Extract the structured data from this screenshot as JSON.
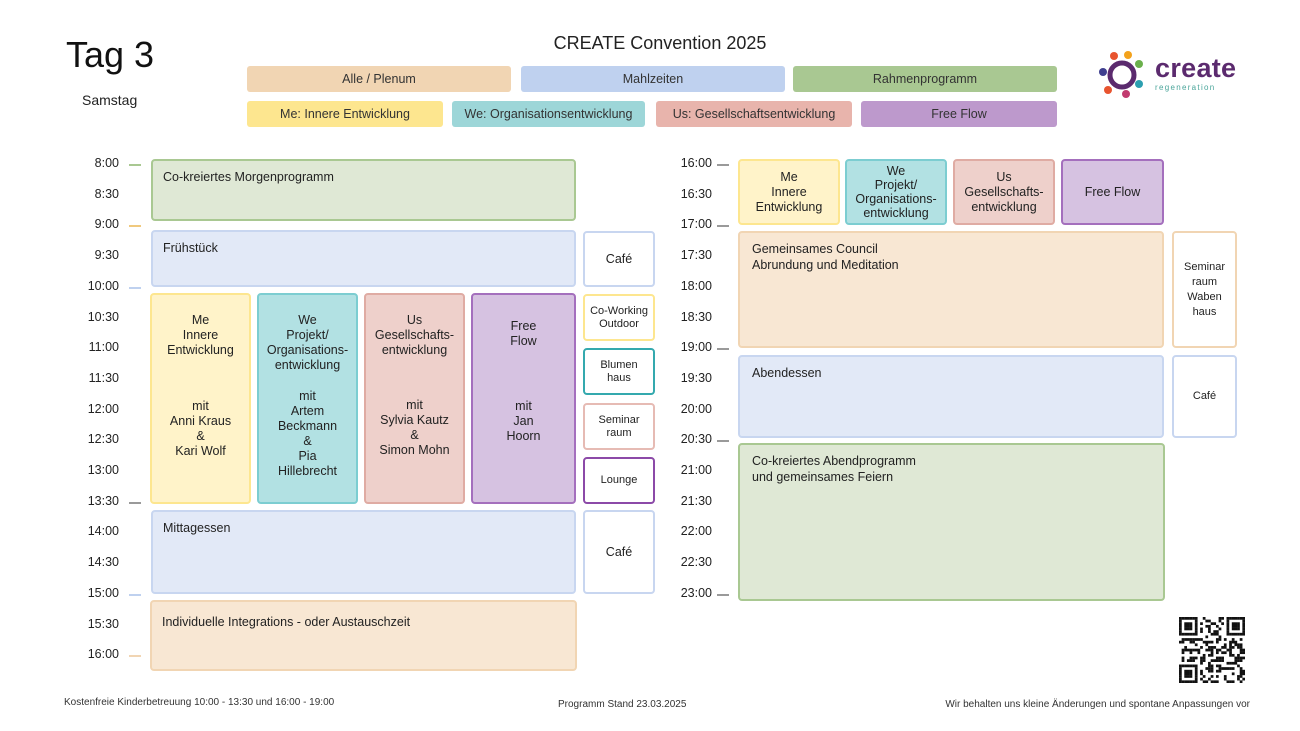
{
  "header": {
    "day_title": "Tag 3",
    "day_subtitle": "Samstag",
    "convention_title": "CREATE Convention 2025"
  },
  "legend": [
    {
      "label": "Alle / Plenum",
      "color": "#f1d5b3"
    },
    {
      "label": "Mahlzeiten",
      "color": "#bfd1ef"
    },
    {
      "label": "Rahmenprogramm",
      "color": "#a9c892"
    },
    {
      "label": "Me: Innere Entwicklung",
      "color": "#fde68f"
    },
    {
      "label": "We: Organisationsentwicklung",
      "color": "#9dd6d8"
    },
    {
      "label": "Us: Gesellschaftsentwicklung",
      "color": "#e8b4ac"
    },
    {
      "label": "Free Flow",
      "color": "#bd99cc"
    }
  ],
  "logo": {
    "word": "create",
    "sub": "regeneration"
  },
  "left_times": [
    "8:00",
    "8:30",
    "9:00",
    "9:30",
    "10:00",
    "10:30",
    "11:00",
    "11:30",
    "12:00",
    "12:30",
    "13:00",
    "13:30",
    "14:00",
    "14:30",
    "15:00",
    "15:30",
    "16:00"
  ],
  "right_times": [
    "16:00",
    "16:30",
    "17:00",
    "17:30",
    "18:00",
    "18:30",
    "19:00",
    "19:30",
    "20:00",
    "20:30",
    "21:00",
    "21:30",
    "22:00",
    "22:30",
    "23:00"
  ],
  "left_blocks": {
    "morning": "Co-kreiertes Morgenprogramm",
    "breakfast": "Frühstück",
    "lunch": "Mittagessen",
    "integration": "Individuelle Integrations - oder Austauschzeit",
    "me": {
      "title": [
        "Me",
        "Innere",
        "Entwicklung"
      ],
      "host": [
        "mit",
        "Anni Kraus",
        "&",
        "Kari Wolf"
      ]
    },
    "we": {
      "title": [
        "We",
        "Projekt/",
        "Organisations-",
        "entwicklung"
      ],
      "host": [
        "mit",
        "Artem",
        "Beckmann",
        "&",
        "Pia",
        "Hillebrecht"
      ]
    },
    "us": {
      "title": [
        "Us",
        "Gesellschafts-",
        "entwicklung"
      ],
      "host": [
        "mit",
        "Sylvia Kautz",
        "&",
        "Simon Mohn"
      ]
    },
    "ff": {
      "title": [
        "Free",
        "Flow"
      ],
      "host": [
        "mit",
        "Jan",
        "Hoorn"
      ]
    }
  },
  "left_rooms": {
    "cafe_breakfast": "Café",
    "coworking": [
      "Co-Working",
      "Outdoor"
    ],
    "blumenhaus": [
      "Blumen",
      "haus"
    ],
    "seminarraum": [
      "Seminar",
      "raum"
    ],
    "lounge": "Lounge",
    "cafe_lunch": "Café"
  },
  "right_blocks": {
    "me": [
      "Me",
      "Innere",
      "Entwicklung"
    ],
    "we": [
      "We",
      "Projekt/",
      "Organisations-",
      "entwicklung"
    ],
    "us": [
      "Us",
      "Gesellschafts-",
      "entwicklung"
    ],
    "ff": "Free Flow",
    "council": [
      "Gemeinsames Council",
      "Abrundung und Meditation"
    ],
    "dinner": "Abendessen",
    "evening": [
      "Co-kreiertes Abendprogramm",
      "und gemeinsames Feiern"
    ]
  },
  "right_rooms": {
    "seminar_waben": [
      "Seminar",
      "raum",
      "Waben",
      "haus"
    ],
    "cafe_dinner": "Café"
  },
  "footer": {
    "left": "Kostenfreie Kinderbetreuung 10:00 - 13:30 und 16:00 - 19:00",
    "center": "Programm Stand 23.03.2025",
    "right": "Wir behalten uns kleine Änderungen und spontane Anpassungen vor"
  },
  "colors": {
    "plenum_fill": "#f8e7d3",
    "plenum_border": "#f1d5b3",
    "meal_fill": "#e2e9f7",
    "meal_border": "#bfd1ef",
    "rahmen_fill": "#dfe8d5",
    "rahmen_border": "#a9c892",
    "me_fill": "#fff3c9",
    "me_border": "#fde68f",
    "we_fill": "#b2e1e3",
    "we_border": "#7ccdd1",
    "us_fill": "#eed0cb",
    "us_border": "#dfaba3",
    "ff_fill": "#d6c2e1",
    "ff_border": "#a46fbd"
  }
}
